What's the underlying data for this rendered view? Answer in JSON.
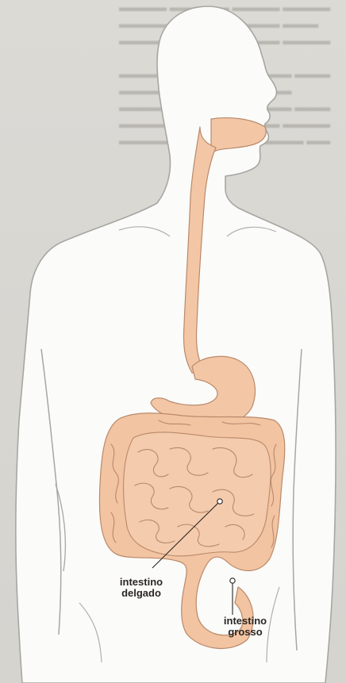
{
  "labels": {
    "small_intestine_line1": "intestino",
    "small_intestine_line2": "delgado",
    "large_intestine_line1": "intestino",
    "large_intestine_line2": "grosso"
  },
  "colors": {
    "digestive_tract": "#f3c7a6",
    "tract_outline": "#b9896b",
    "body_outline": "#a7a6a3",
    "body_fill": "#fbfbf9",
    "label_text": "#2a2623"
  }
}
